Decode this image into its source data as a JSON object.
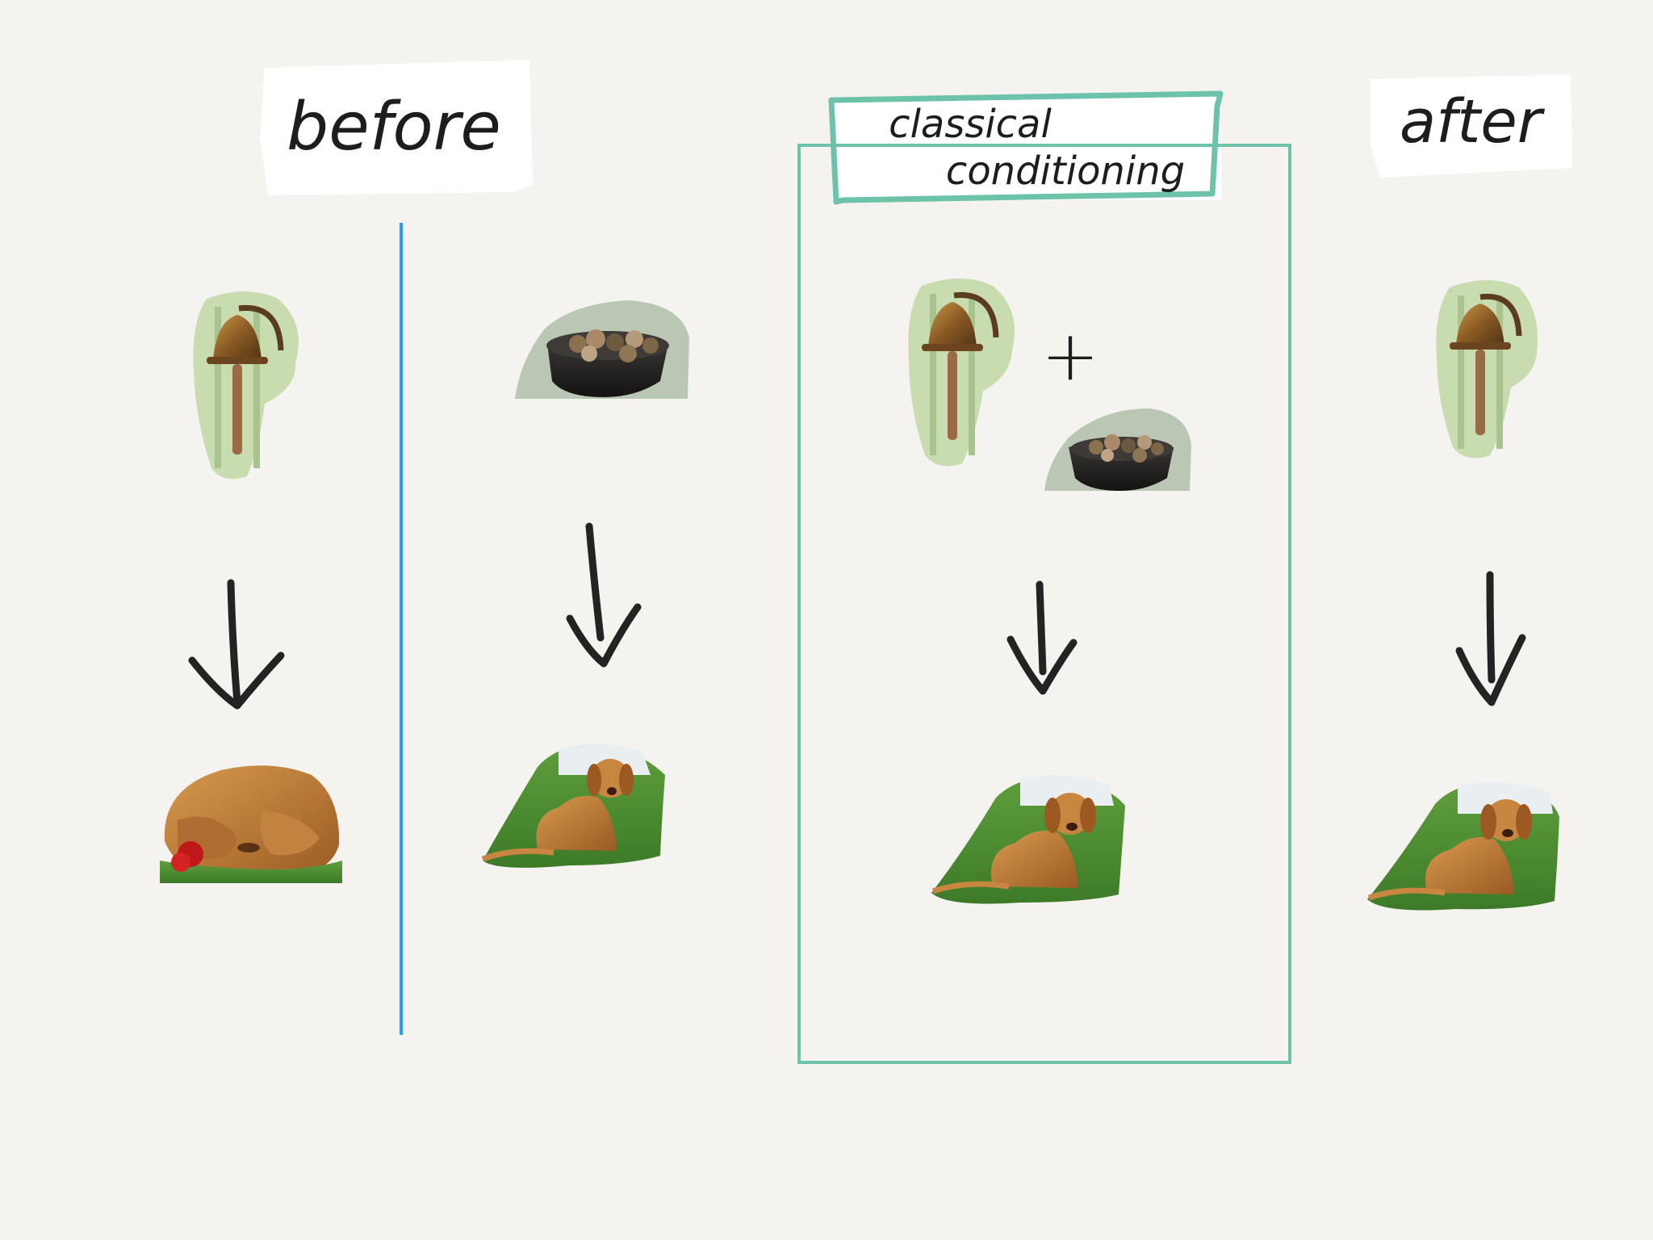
{
  "labels": {
    "before": "before",
    "process": "classical conditioning",
    "process_line1": "classical",
    "process_line2": "conditioning",
    "after": "after",
    "plus": "+"
  },
  "colors": {
    "background": "#f4f3f0",
    "divider": "#2a9ee3",
    "conditioning_frame": "#6cc3a9",
    "arrow": "#232323",
    "label_card": "#ffffff"
  },
  "icons": {
    "stimulus_bell": "bell-icon",
    "stimulus_food": "food-bowl-icon",
    "response_neutral": "dog-resting-icon",
    "response_salivating": "dog-sitting-icon"
  }
}
